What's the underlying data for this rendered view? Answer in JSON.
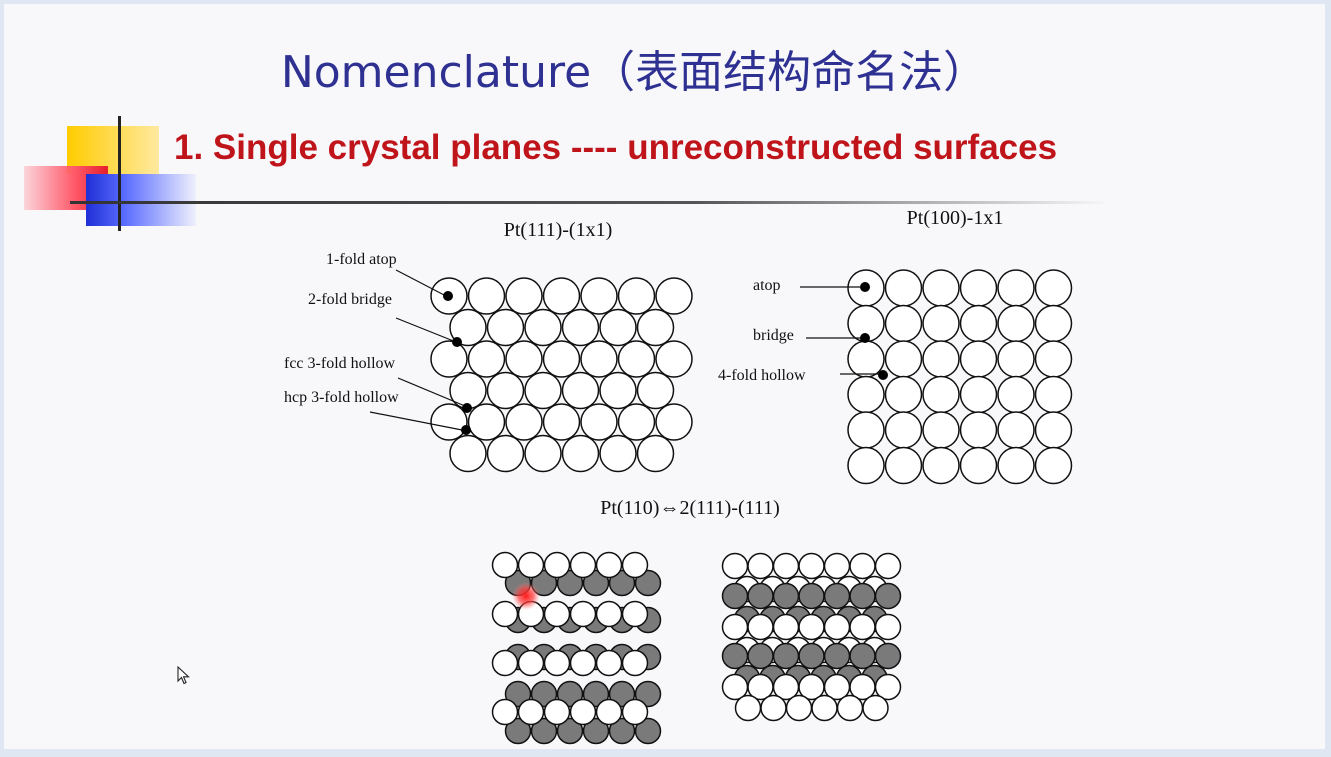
{
  "title": "Nomenclature（表面结构命名法）",
  "subtitle": "1. Single crystal planes ---- unreconstructed surfaces",
  "diagrams": {
    "pt111": {
      "title": "Pt(111)-(1x1)",
      "labels": [
        "1-fold atop",
        "2-fold bridge",
        "fcc 3-fold hollow",
        "hcp 3-fold hollow"
      ]
    },
    "pt100": {
      "title": "Pt(100)-1x1",
      "labels": [
        "atop",
        "bridge",
        "4-fold hollow"
      ]
    },
    "pt110": {
      "title": "Pt(110)⇔2(111)-(111)"
    }
  },
  "icons": [
    "cursor-arrow-icon"
  ],
  "colors": {
    "title": "#2e3192",
    "subtitle": "#c0141b",
    "shaded_atom": "#7a7a7a",
    "laser_pointer": "#ff2020"
  }
}
